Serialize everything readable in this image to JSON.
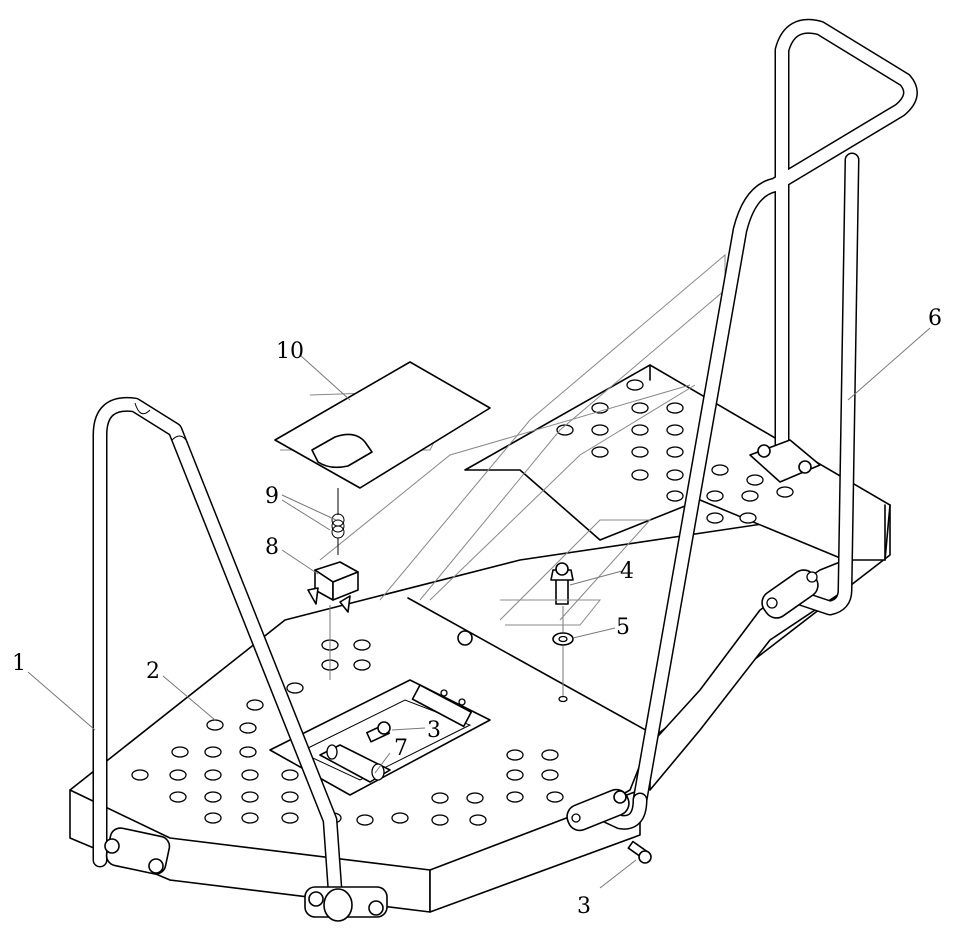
{
  "callouts": [
    {
      "id": "1",
      "label": "1"
    },
    {
      "id": "2",
      "label": "2"
    },
    {
      "id": "3a",
      "label": "3"
    },
    {
      "id": "3b",
      "label": "3"
    },
    {
      "id": "4",
      "label": "4"
    },
    {
      "id": "5",
      "label": "5"
    },
    {
      "id": "6",
      "label": "6"
    },
    {
      "id": "7",
      "label": "7"
    },
    {
      "id": "8",
      "label": "8"
    },
    {
      "id": "9",
      "label": "9"
    },
    {
      "id": "10",
      "label": "10"
    }
  ],
  "colors": {
    "line": "#000000",
    "leader": "#777777",
    "background": "#ffffff"
  }
}
